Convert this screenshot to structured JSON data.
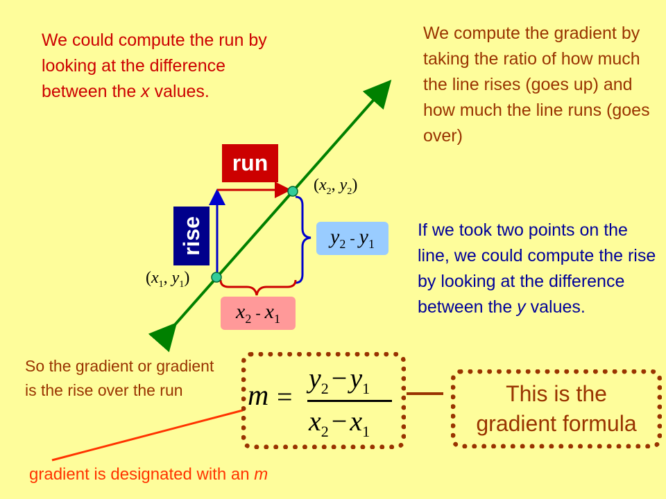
{
  "texts": {
    "run_explain": "We could compute the run by looking at the difference between the",
    "run_explain_x": "x",
    "run_explain_end": "values.",
    "gradient_explain": "We compute the gradient by taking the ratio of how much the line rises (goes up) and how much the line runs (goes over)",
    "rise_explain": "If we took two points on the line, we could compute the rise by looking at the difference between the",
    "rise_explain_y": "y",
    "rise_explain_end": "values.",
    "rise_over_run": "So the gradient or gradient is the rise over the run",
    "designated": "gradient is designated with an",
    "designated_m": "m"
  },
  "labels": {
    "run": "run",
    "rise": "rise",
    "formula_label_line1": "This is the",
    "formula_label_line2": "gradient formula"
  },
  "points": {
    "p2": {
      "x": "x",
      "x_sub": "2",
      "y": "y",
      "y_sub": "2"
    },
    "p1": {
      "x": "x",
      "x_sub": "1",
      "y": "y",
      "y_sub": "1"
    }
  },
  "differences": {
    "y": {
      "a": "y",
      "a_sub": "2",
      "op": "-",
      "b": "y",
      "b_sub": "1"
    },
    "x": {
      "a": "x",
      "a_sub": "2",
      "op": "-",
      "b": "x",
      "b_sub": "1"
    }
  },
  "formula": {
    "lhs": "m",
    "eq": "=",
    "num_a": "y",
    "num_a_sub": "2",
    "num_op": "−",
    "num_b": "y",
    "num_b_sub": "1",
    "den_a": "x",
    "den_a_sub": "2",
    "den_op": "−",
    "den_b": "x",
    "den_b_sub": "1"
  },
  "colors": {
    "background": "#fefd9b",
    "line": "#008000",
    "run": "#cc0000",
    "rise": "#0000cc",
    "point": "#33cc99",
    "formula_border": "#993300",
    "pointer": "#ff3300"
  }
}
